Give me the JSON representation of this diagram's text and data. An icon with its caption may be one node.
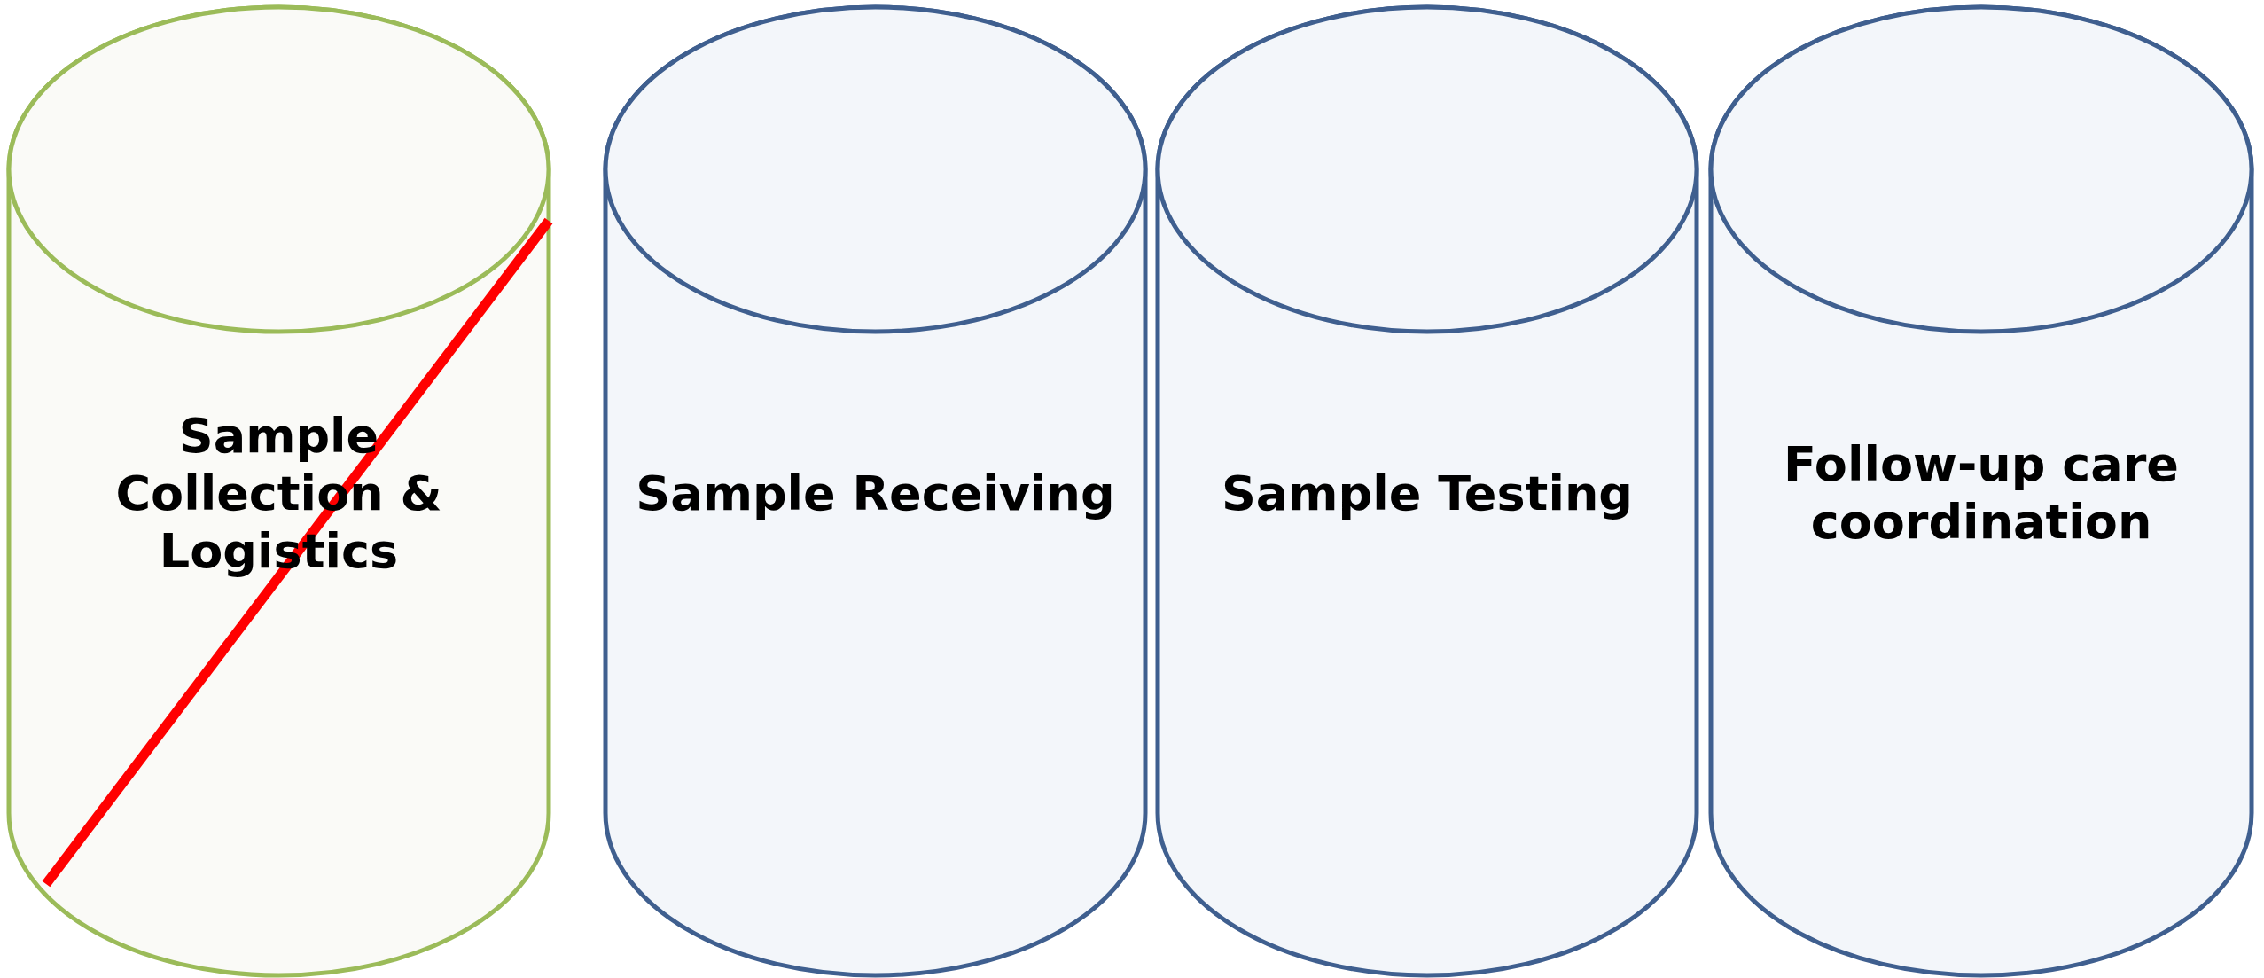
{
  "diagram": {
    "nodes": [
      {
        "text": [
          "Sample Collection & Logistics"
        ]
      },
      {
        "text": [
          "Sample Receiving"
        ]
      },
      {
        "text": [
          "Sample Testing"
        ]
      },
      {
        "text": [
          "Follow-up care coordination"
        ]
      }
    ]
  }
}
